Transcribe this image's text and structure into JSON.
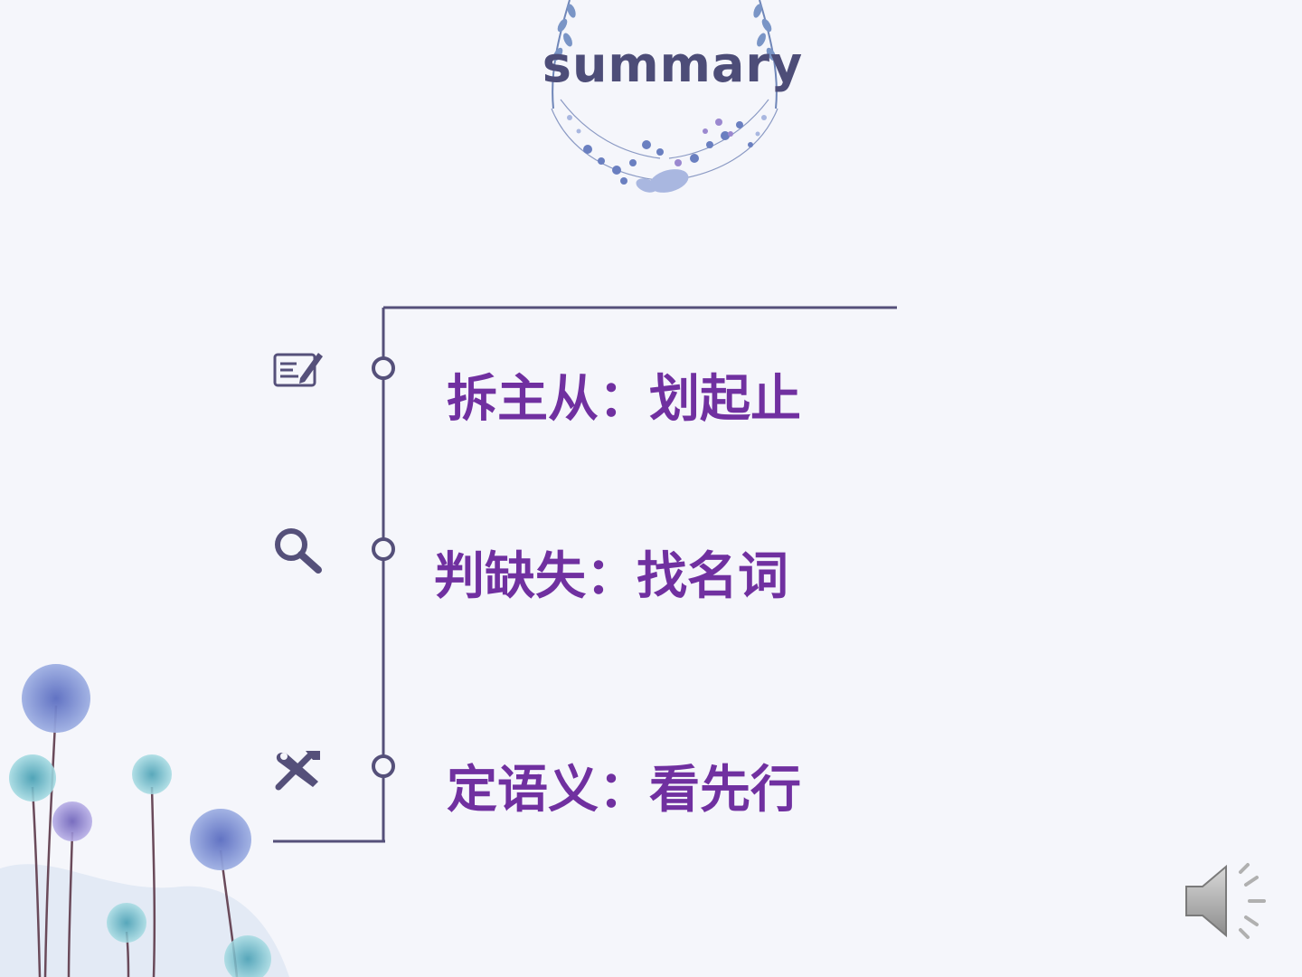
{
  "slide": {
    "title": "summary",
    "items": [
      {
        "icon": "edit-form-icon",
        "label": "拆主从：划起止"
      },
      {
        "icon": "magnifier-icon",
        "label": "判缺失：找名词"
      },
      {
        "icon": "tools-icon",
        "label": "定语义：看先行"
      }
    ]
  },
  "colors": {
    "background": "#f5f6fb",
    "title": "#4d4d78",
    "item_text": "#7030a0",
    "timeline": "#55507a"
  },
  "audio": {
    "icon": "speaker-icon"
  }
}
